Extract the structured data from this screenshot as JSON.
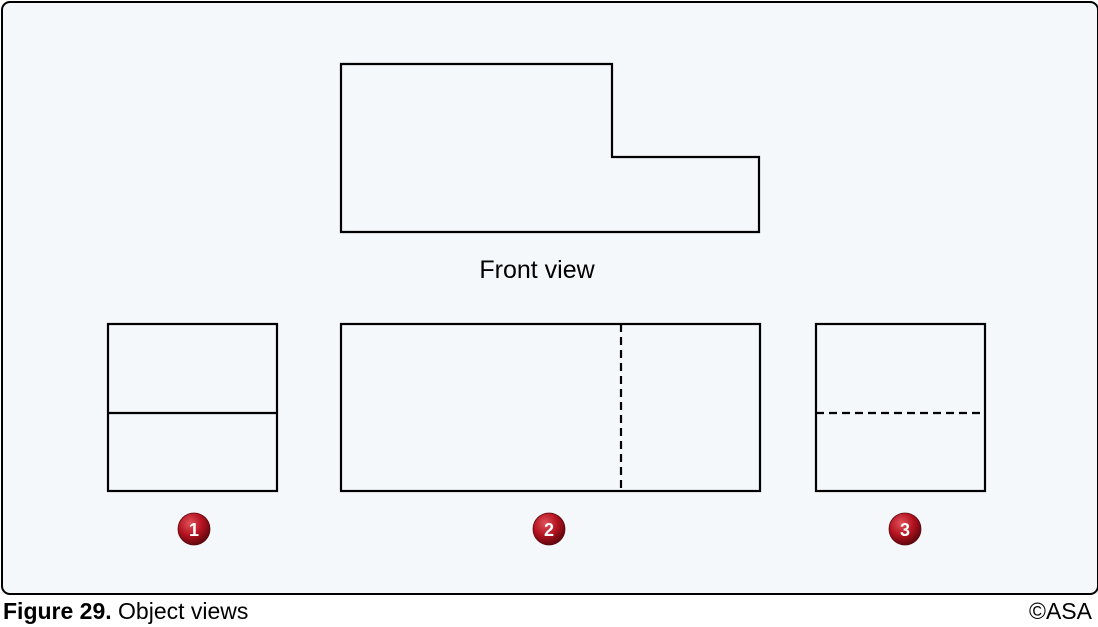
{
  "figure": {
    "front_view_label": "Front view",
    "options": [
      {
        "number": "1"
      },
      {
        "number": "2"
      },
      {
        "number": "3"
      }
    ]
  },
  "caption": {
    "number": "Figure 29.",
    "title": "Object views"
  },
  "copyright": "©ASA",
  "colors": {
    "panel_background": "#f4f8fb",
    "line": "#000000",
    "badge": "#b3121f"
  }
}
